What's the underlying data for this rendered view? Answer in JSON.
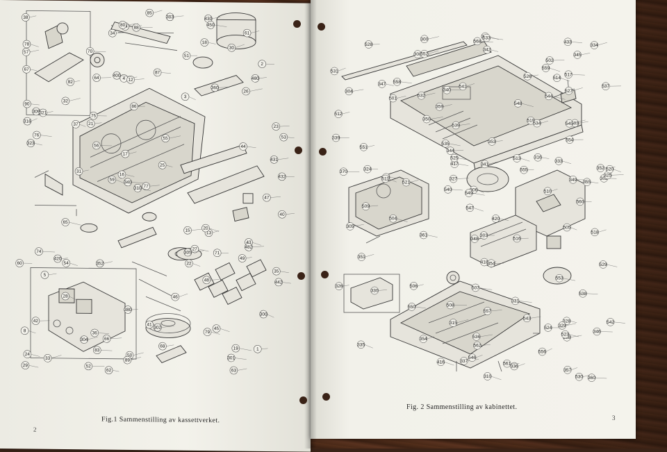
{
  "left_page": {
    "caption": "Fig.1  Sammenstilling av kassettverket.",
    "page_number": "2",
    "part_labels": [
      "1",
      "2",
      "3",
      "4",
      "5",
      "8",
      "12",
      "13",
      "14",
      "15",
      "16",
      "17",
      "18",
      "19",
      "20",
      "21",
      "22",
      "23",
      "24",
      "25",
      "26",
      "27",
      "28",
      "29",
      "30",
      "31",
      "32",
      "33",
      "34",
      "35",
      "36",
      "37",
      "38",
      "40",
      "41",
      "42",
      "43",
      "44",
      "45",
      "46",
      "47",
      "48",
      "49",
      "50",
      "51",
      "52",
      "53",
      "54",
      "55",
      "56",
      "57",
      "59",
      "60",
      "61",
      "62",
      "63",
      "64",
      "65",
      "66",
      "67",
      "69",
      "70",
      "71",
      "74",
      "75",
      "76",
      "77",
      "78",
      "79",
      "80",
      "82",
      "83",
      "85",
      "86",
      "87",
      "88",
      "89",
      "90",
      "300",
      "301",
      "302",
      "303",
      "304",
      "305",
      "309",
      "310",
      "316",
      "321",
      "323",
      "340",
      "352",
      "360",
      "380",
      "400",
      "420",
      "430",
      "431",
      "432",
      "442",
      "450",
      "480",
      "482"
    ]
  },
  "right_page": {
    "caption": "Fig. 2  Sammenstilling av kabinettet.",
    "page_number": "3",
    "part_labels": [
      "300",
      "302",
      "303",
      "304",
      "305",
      "306",
      "308",
      "310",
      "315",
      "316",
      "324",
      "325",
      "326",
      "327",
      "328",
      "329",
      "330",
      "331",
      "333",
      "334",
      "335",
      "336",
      "337",
      "338",
      "339",
      "340",
      "341",
      "342",
      "344",
      "345",
      "346",
      "347",
      "348",
      "349",
      "350",
      "351",
      "352",
      "353",
      "354",
      "355",
      "356",
      "357",
      "359",
      "360",
      "361",
      "370",
      "416",
      "417",
      "418",
      "420",
      "433",
      "454",
      "500",
      "501",
      "502",
      "503",
      "504",
      "505",
      "506",
      "507",
      "508",
      "509",
      "510",
      "511",
      "512",
      "513",
      "514",
      "516",
      "517",
      "518",
      "519",
      "520",
      "521",
      "523",
      "524",
      "525",
      "526",
      "527",
      "528",
      "529",
      "530",
      "531",
      "532",
      "533",
      "534",
      "535",
      "536",
      "537",
      "538",
      "539",
      "540",
      "541",
      "542",
      "543",
      "544",
      "545",
      "546",
      "547",
      "548",
      "549",
      "550",
      "551",
      "552",
      "553",
      "554",
      "555",
      "556",
      "557",
      "558",
      "559",
      "560",
      "561",
      "562",
      "568"
    ]
  }
}
